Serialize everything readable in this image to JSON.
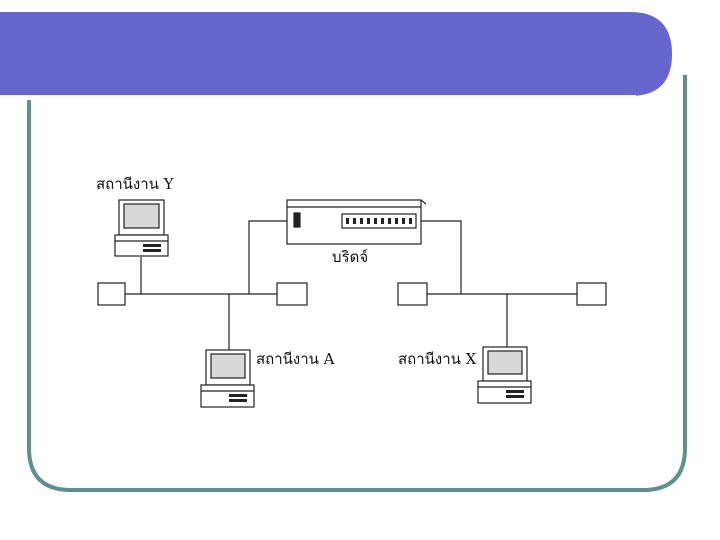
{
  "colors": {
    "banner": "#6666cc",
    "frame": "#5f8f8f",
    "line": "#222222",
    "device_fill": "#ffffff",
    "screen_fill": "#d8d8d8"
  },
  "diagram": {
    "bridge": {
      "label": "บริดจ์"
    },
    "stations": [
      {
        "id": "y",
        "label": "สถานีงาน Y"
      },
      {
        "id": "a",
        "label": "สถานีงาน A"
      },
      {
        "id": "x",
        "label": "สถานีงาน X"
      }
    ]
  }
}
